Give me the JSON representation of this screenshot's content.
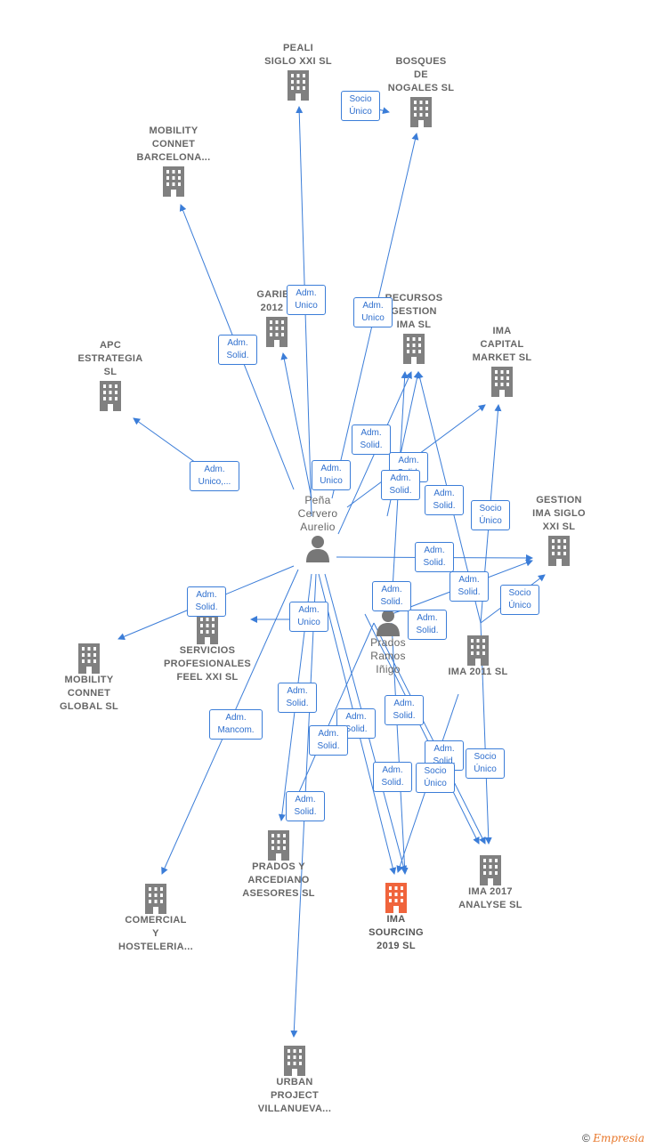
{
  "colors": {
    "edge": "#3b7dd8",
    "building": "#808080",
    "focus": "#f0643c",
    "person": "#777777"
  },
  "nodes": [
    {
      "id": "peali",
      "label": "PEALI\nSIGLO XXI SL"
    },
    {
      "id": "bosques",
      "label": "BOSQUES\nDE\nNOGALES SL"
    },
    {
      "id": "mobility_barcelona",
      "label": "MOBILITY\nCONNET\nBARCELONA..."
    },
    {
      "id": "garibaldi",
      "label": "GARIBA\n2012 S"
    },
    {
      "id": "recursos",
      "label": "RECURSOS\nGESTION\nIMA SL"
    },
    {
      "id": "ima_capital",
      "label": "IMA\nCAPITAL\nMARKET  SL"
    },
    {
      "id": "apc",
      "label": "APC\nESTRATEGIA\nSL"
    },
    {
      "id": "gestion_ima",
      "label": "GESTION\nIMA SIGLO\nXXI  SL"
    },
    {
      "id": "servicios",
      "label": "SERVICIOS\nPROFESIONALES\nFEEL XXI SL"
    },
    {
      "id": "mobility_global",
      "label": "MOBILITY\nCONNET\nGLOBAL  SL"
    },
    {
      "id": "ima2011",
      "label": "IMA 2011 SL"
    },
    {
      "id": "prados_arcediano",
      "label": "PRADOS Y\nARCEDIANO\nASESORES SL"
    },
    {
      "id": "ima_sourcing",
      "label": "IMA\nSOURCING\n2019  SL"
    },
    {
      "id": "ima2017",
      "label": "IMA 2017\nANALYSE  SL"
    },
    {
      "id": "comercial",
      "label": "COMERCIAL\nY\nHOSTELERIA..."
    },
    {
      "id": "urban",
      "label": "URBAN\nPROJECT\nVILLANUEVA..."
    }
  ],
  "persons": [
    {
      "id": "pena",
      "label": "Peña\nCervero\nAurelio"
    },
    {
      "id": "prados",
      "label": "Prados\nRamos\nIñigo"
    }
  ],
  "tags": [
    "Socio\nÚnico",
    "Adm.\nUnico",
    "Adm.\nUnico",
    "Adm.\nSolid.",
    "Adm.\nSolid.",
    "Adm.\nUnico,...",
    "Adm.\nUnico",
    "Adm.\nSolid.",
    "Adm.\nSolid.",
    "Adm.\nSolid.",
    "Socio\nÚnico",
    "Adm.\nSolid.",
    "Adm.\nSolid.",
    "Socio\nÚnico",
    "Adm.\nSolid.",
    "Adm.\nSolid.",
    "Adm.\nUnico",
    "Adm.\nSolid.",
    "Adm.\nMancom.",
    "Adm.\nSolid.",
    "Adm.\nSolid.",
    "Adm.\nSolid.",
    "Adm.\nSolid.",
    "Adm.\nSolid.",
    "Socio\nÚnico",
    "Adm.\nSolid.",
    "Adm.\nSolid.",
    "Socio\nÚnico"
  ],
  "footer": {
    "copyright": "©",
    "brand": "Empresia"
  }
}
